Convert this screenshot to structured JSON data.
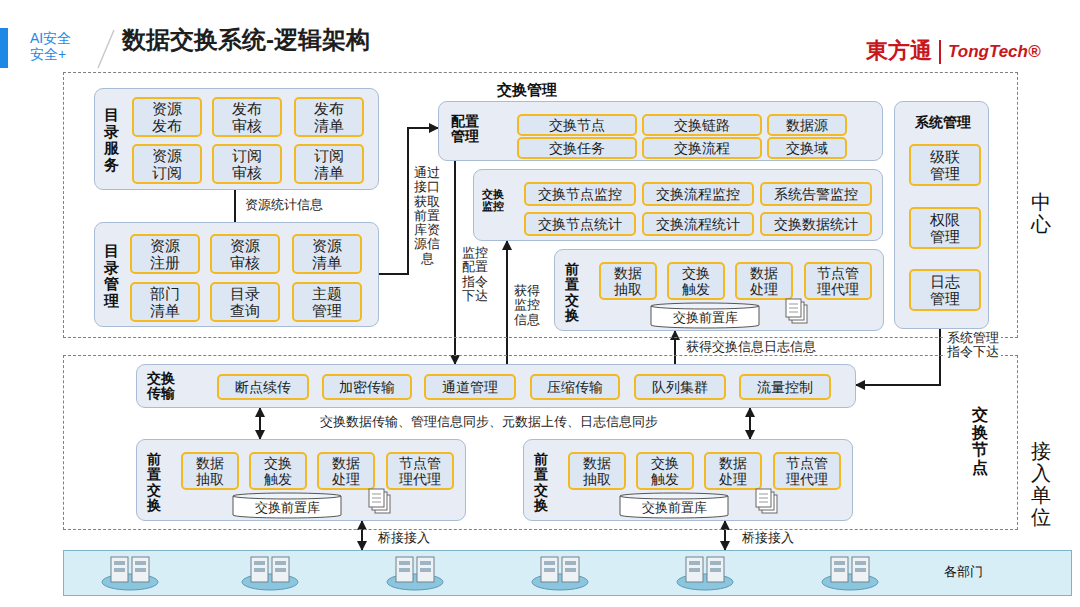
{
  "diagram": {
    "title": "数据交换系统-逻辑架构",
    "nodes": [
      {
        "text": [
          "中心"
        ]
      },
      {
        "text": [
          "目录服务"
        ],
        "in": 0
      },
      {
        "text": [
          "资源发布"
        ],
        "in": 1
      },
      {
        "text": [
          "发布审核"
        ],
        "in": 1
      },
      {
        "text": [
          "发布清单"
        ],
        "in": 1
      },
      {
        "text": [
          "资源订阅"
        ],
        "in": 1
      },
      {
        "text": [
          "订阅审核"
        ],
        "in": 1
      },
      {
        "text": [
          "订阅清单"
        ],
        "in": 1
      },
      {
        "text": [
          "目录管理"
        ],
        "in": 0
      },
      {
        "text": [
          "资源注册"
        ],
        "in": 8
      },
      {
        "text": [
          "资源审核"
        ],
        "in": 8
      },
      {
        "text": [
          "资源清单"
        ],
        "in": 8
      },
      {
        "text": [
          "部门清单"
        ],
        "in": 8
      },
      {
        "text": [
          "目录查询"
        ],
        "in": 8
      },
      {
        "text": [
          "主题管理"
        ],
        "in": 8
      },
      {
        "text": [
          "配置管理"
        ],
        "in": 0
      },
      {
        "text": [
          "交换节点"
        ],
        "in": 15
      },
      {
        "text": [
          "交换链路"
        ],
        "in": 15
      },
      {
        "text": [
          "数据源"
        ],
        "in": 15
      },
      {
        "text": [
          "交换任务"
        ],
        "in": 15
      },
      {
        "text": [
          "交换流程"
        ],
        "in": 15
      },
      {
        "text": [
          "交换域"
        ],
        "in": 15
      },
      {
        "text": [
          "交换监控"
        ],
        "in": 0
      },
      {
        "text": [
          "交换节点监控"
        ],
        "in": 22
      },
      {
        "text": [
          "交换流程监控"
        ],
        "in": 22
      },
      {
        "text": [
          "系统告警监控"
        ],
        "in": 22
      },
      {
        "text": [
          "交换节点统计"
        ],
        "in": 22
      },
      {
        "text": [
          "交换流程统计"
        ],
        "in": 22
      },
      {
        "text": [
          "交换数据统计"
        ],
        "in": 22
      },
      {
        "text": [
          "前置交换"
        ],
        "in": 0
      },
      {
        "text": [
          "数据抽取"
        ],
        "in": 29
      },
      {
        "text": [
          "交换触发"
        ],
        "in": 29
      },
      {
        "text": [
          "数据处理"
        ],
        "in": 29
      },
      {
        "text": [
          "节点管理代理"
        ],
        "in": 29
      },
      {
        "text": [
          "交换前置库"
        ],
        "in": 29
      },
      {
        "text": [
          "系统管理"
        ],
        "in": 0
      },
      {
        "text": [
          "级联管理"
        ],
        "in": 35
      },
      {
        "text": [
          "权限管理"
        ],
        "in": 35
      },
      {
        "text": [
          "日志管理"
        ],
        "in": 35
      },
      {
        "text": [
          "交换节点",
          "接入单位"
        ]
      },
      {
        "text": [
          "交换传输"
        ],
        "in": 39
      },
      {
        "text": [
          "断点续传"
        ],
        "in": 40
      },
      {
        "text": [
          "加密传输"
        ],
        "in": 40
      },
      {
        "text": [
          "通道管理"
        ],
        "in": 40
      },
      {
        "text": [
          "压缩传输"
        ],
        "in": 40
      },
      {
        "text": [
          "队列集群"
        ],
        "in": 40
      },
      {
        "text": [
          "流量控制"
        ],
        "in": 40
      },
      {
        "text": [
          "前置交换"
        ],
        "in": 39
      },
      {
        "text": [
          "数据抽取"
        ],
        "in": 47
      },
      {
        "text": [
          "交换触发"
        ],
        "in": 47
      },
      {
        "text": [
          "数据处理"
        ],
        "in": 47
      },
      {
        "text": [
          "节点管理代理"
        ],
        "in": 47
      },
      {
        "text": [
          "交换前置库"
        ],
        "in": 47
      },
      {
        "text": [
          "前置交换"
        ],
        "in": 39
      },
      {
        "text": [
          "数据抽取"
        ],
        "in": 53
      },
      {
        "text": [
          "交换触发"
        ],
        "in": 53
      },
      {
        "text": [
          "数据处理"
        ],
        "in": 53
      },
      {
        "text": [
          "节点管理代理"
        ],
        "in": 53
      },
      {
        "text": [
          "交换前置库"
        ],
        "in": 53
      },
      {
        "text": [
          "各部门"
        ]
      }
    ],
    "edges": [
      {
        "from": 1,
        "to": 8,
        "arrow": "none",
        "label": "资源统计信息"
      },
      {
        "from": 8,
        "to": 15,
        "arrow": "to",
        "label": "通过接口获取前置库资源信息"
      },
      {
        "from": 15,
        "to": 40,
        "arrow": "to",
        "label": "监控配置指令下达"
      },
      {
        "from": 40,
        "to": 22,
        "arrow": "to",
        "label": "获得监控信息"
      },
      {
        "from": 40,
        "to": 29,
        "arrow": "to",
        "label": "获得交换信息日志信息"
      },
      {
        "from": 35,
        "to": 40,
        "arrow": "to",
        "label": "系统管理指令下达"
      },
      {
        "from": 40,
        "to": 47,
        "arrow": "both"
      },
      {
        "from": 40,
        "to": 53,
        "arrow": "both"
      },
      {
        "from": 47,
        "to": 59,
        "arrow": "both",
        "label": "桥接接入"
      },
      {
        "from": 53,
        "to": 59,
        "arrow": "both",
        "label": "桥接接入"
      }
    ],
    "labels": [
      "AI安全 安全+",
      "東方通",
      "TongTech®",
      "交换管理",
      "交换数据传输、管理信息同步、元数据上传、日志信息同步"
    ]
  }
}
